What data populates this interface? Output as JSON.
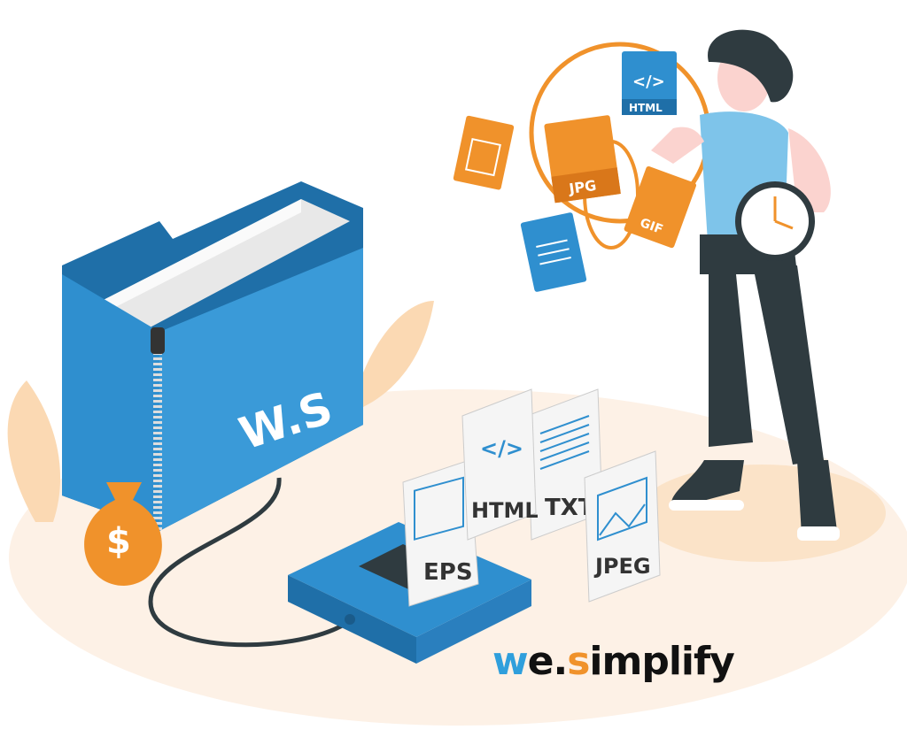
{
  "folder_label": "W.S",
  "money_symbol": "$",
  "floating_files": [
    {
      "type": "HTML",
      "icon": "</>"
    },
    {
      "type": "JPG"
    },
    {
      "type": "GIF"
    }
  ],
  "output_files": [
    {
      "type": "EPS"
    },
    {
      "type": "HTML",
      "icon": "</>"
    },
    {
      "type": "TXT"
    },
    {
      "type": "JPEG"
    }
  ],
  "logo": {
    "part1": "w",
    "part2": "e.",
    "part3": "s",
    "part4": "implify"
  },
  "colors": {
    "blue": "#2f8fcf",
    "orange": "#f0922b",
    "cream": "#fdf1e6",
    "dark": "#2f3b40"
  }
}
